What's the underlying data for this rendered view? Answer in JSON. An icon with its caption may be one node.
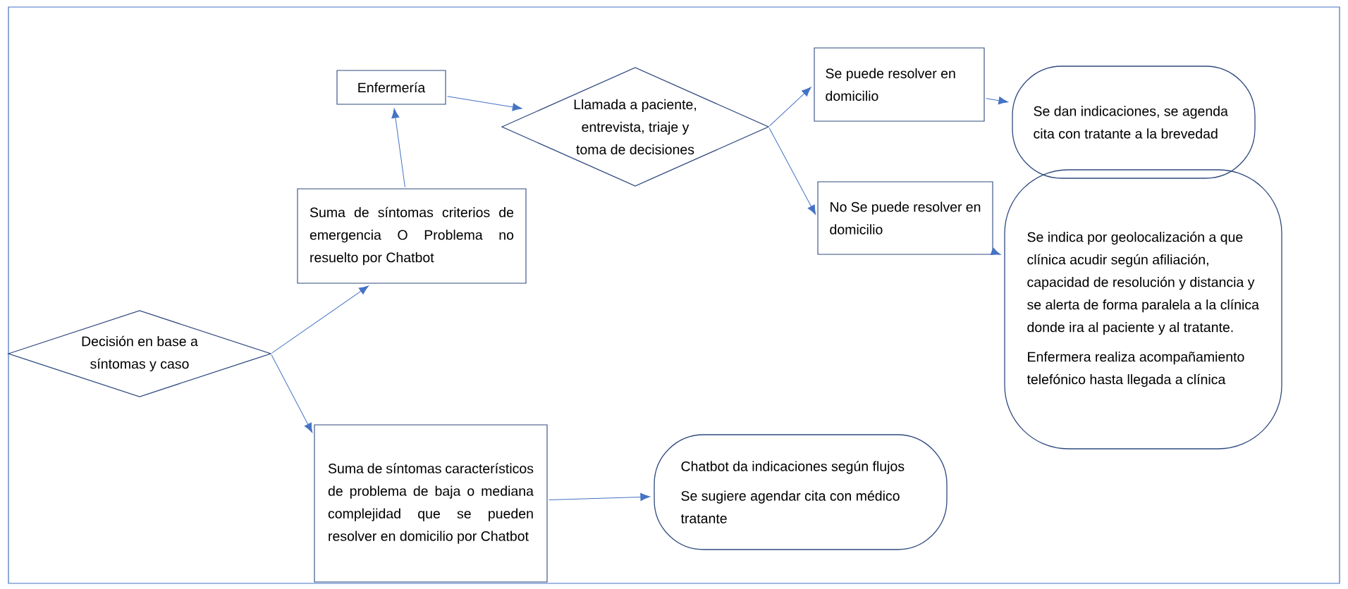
{
  "diagram": {
    "nodes": [
      {
        "text": [
          "Decisión en base a síntomas y caso"
        ]
      },
      {
        "text": [
          "Suma de síntomas criterios de emergencia O Problema no resuelto por Chatbot"
        ]
      },
      {
        "text": [
          "Enfermería"
        ]
      },
      {
        "text": [
          "Llamada a paciente, entrevista, triaje y toma de decisiones"
        ]
      },
      {
        "text": [
          "Se puede resolver en domicilio"
        ]
      },
      {
        "text": [
          "No Se puede resolver en domicilio"
        ]
      },
      {
        "text": [
          "Se dan indicaciones, se agenda cita con tratante a la brevedad"
        ]
      },
      {
        "text": [
          "Se indica por geolocalización a que clínica acudir según afiliación, capacidad de resolución y distancia y se alerta de forma paralela a la clínica donde ira al paciente y al tratante.",
          "Enfermera realiza acompañamiento telefónico hasta llegada a clínica"
        ]
      },
      {
        "text": [
          "Suma de síntomas característicos de problema de baja o mediana complejidad que se pueden resolver en domicilio por Chatbot"
        ]
      },
      {
        "text": [
          "Chatbot da indicaciones según flujos",
          "Se sugiere agendar cita con médico tratante"
        ]
      }
    ],
    "edges": [
      {
        "from": 0,
        "to": 1,
        "arrow": "to"
      },
      {
        "from": 0,
        "to": 8,
        "arrow": "to"
      },
      {
        "from": 1,
        "to": 2,
        "arrow": "to"
      },
      {
        "from": 2,
        "to": 3,
        "arrow": "to"
      },
      {
        "from": 3,
        "to": 4,
        "arrow": "to"
      },
      {
        "from": 3,
        "to": 5,
        "arrow": "to"
      },
      {
        "from": 4,
        "to": 6,
        "arrow": "to"
      },
      {
        "from": 5,
        "to": 7,
        "arrow": "to"
      },
      {
        "from": 8,
        "to": 9,
        "arrow": "to"
      }
    ]
  }
}
